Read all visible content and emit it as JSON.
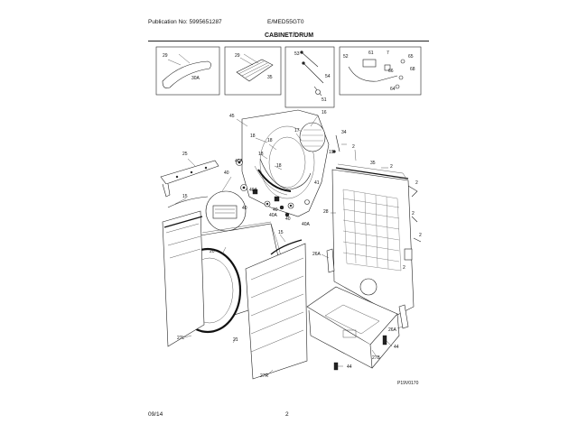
{
  "header": {
    "publication": "Publication No: 5995651287",
    "model": "E/MED55GT0",
    "title": "CABINET/DRUM"
  },
  "footer": {
    "date": "09/14",
    "page": "2"
  },
  "diagram_code": "P19V0170",
  "inset_labels": {
    "box1": [
      "29",
      "30A"
    ],
    "box2": [
      "29",
      "35"
    ],
    "box3": [
      "53",
      "54",
      "51"
    ],
    "box4": [
      "52",
      "61",
      "7",
      "66",
      "65",
      "68",
      "64"
    ]
  },
  "part_labels": {
    "45": "45",
    "16": "16",
    "17": "17",
    "18a": "18",
    "18b": "18",
    "18c": "18",
    "18d": "18",
    "34": "34",
    "19": "19",
    "2a": "2",
    "2b": "2",
    "2c": "2",
    "2d": "2",
    "2e": "2",
    "2f": "2",
    "25": "25",
    "40a": "40",
    "40b": "40",
    "40c": "40",
    "40d": "40",
    "40Aa": "40A",
    "40Ab": "40A",
    "40Ac": "40A",
    "40Ad": "40A",
    "41": "41",
    "15a": "15",
    "15b": "15",
    "35": "35",
    "28": "28",
    "20": "20",
    "21": "21",
    "27L": "27L",
    "27R": "27R",
    "26Aa": "26A",
    "26Ab": "26A",
    "27B": "27B",
    "44a": "44",
    "44b": "44"
  }
}
